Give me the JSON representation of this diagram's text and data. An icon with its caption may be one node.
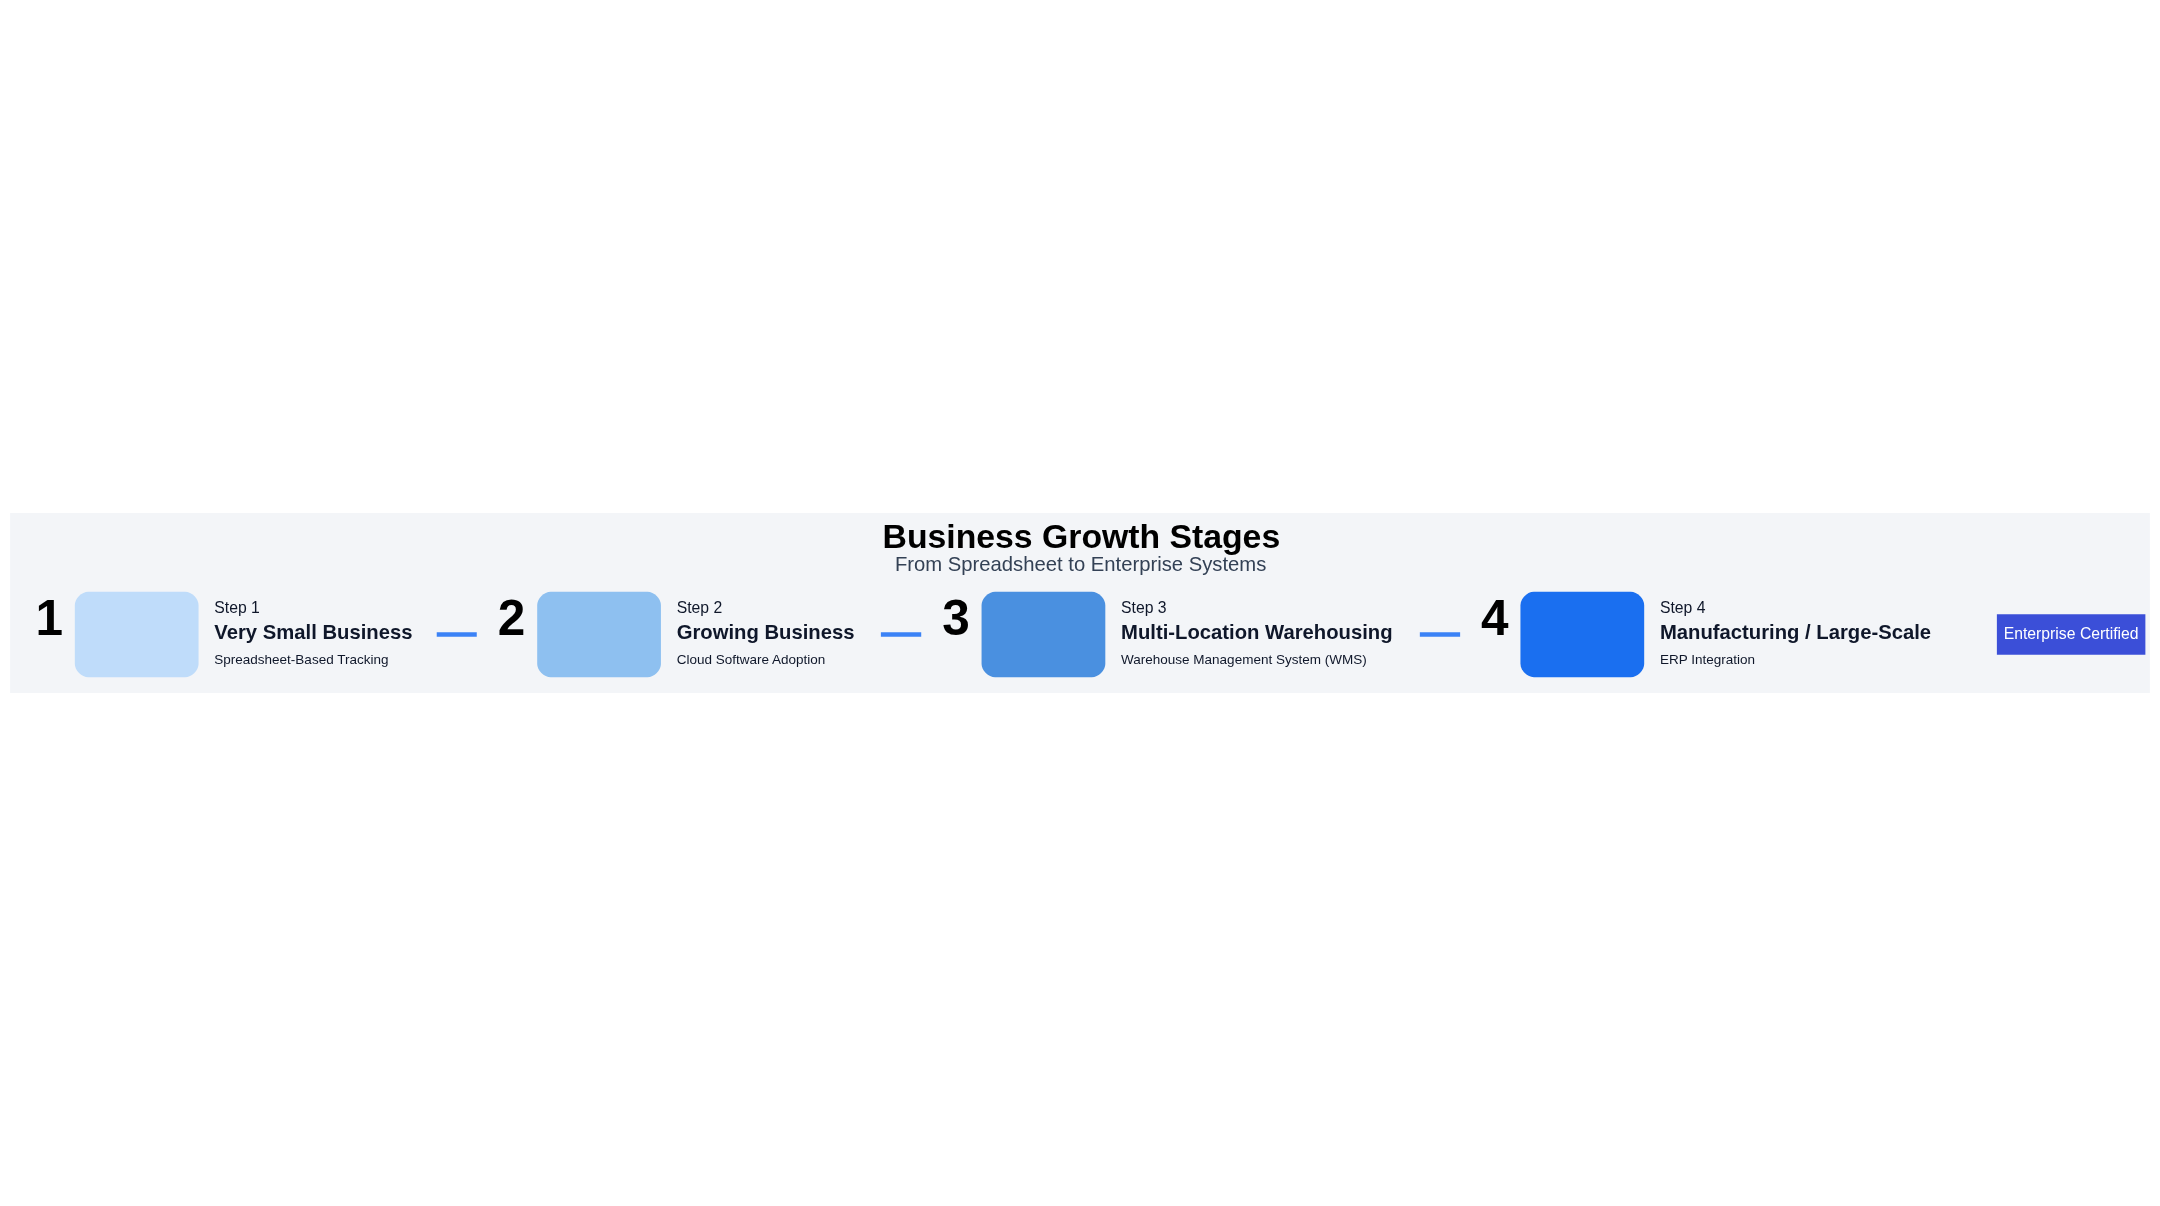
{
  "diagram": {
    "title": "Business Growth Stages",
    "caption": "From Spreadsheet to Enterprise Systems",
    "nodes": [
      {
        "text": [
          "Step 1",
          "Very Small Business",
          "Spreadsheet-Based Tracking"
        ],
        "beside": [
          "1"
        ]
      },
      {
        "text": [
          "Step 2",
          "Growing Business",
          "Cloud Software Adoption"
        ],
        "beside": [
          "2"
        ]
      },
      {
        "text": [
          "Step 3",
          "Multi-Location Warehousing",
          "Warehouse Management System (WMS)"
        ],
        "beside": [
          "3"
        ]
      },
      {
        "text": [
          "Step 4",
          "Manufacturing / Large-Scale",
          "ERP Integration"
        ],
        "beside": [
          "4"
        ]
      }
    ],
    "edges": [
      {
        "from": 0,
        "to": 1,
        "arrow": "none"
      },
      {
        "from": 1,
        "to": 2,
        "arrow": "none"
      },
      {
        "from": 2,
        "to": 3,
        "arrow": "none"
      }
    ],
    "labels": [
      "Enterprise Certified"
    ]
  }
}
